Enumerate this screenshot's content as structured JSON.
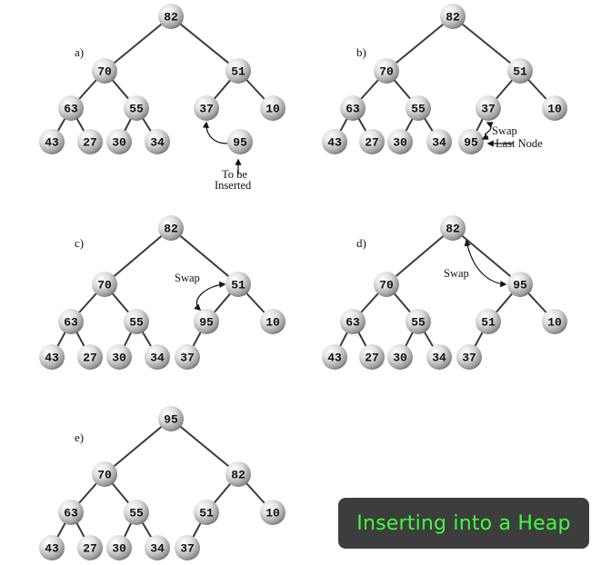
{
  "title": "Inserting into a Heap",
  "colors": {
    "title_bg": "#3d3d3d",
    "title_text": "#3dff3d",
    "edge": "#3a3a3a"
  },
  "panels": [
    {
      "id": "a",
      "label": "a)",
      "nodes": [
        "82",
        "70",
        "51",
        "63",
        "55",
        "37",
        "10",
        "43",
        "27",
        "30",
        "34",
        "95"
      ],
      "annotations": [
        "To be",
        "Inserted"
      ]
    },
    {
      "id": "b",
      "label": "b)",
      "nodes": [
        "82",
        "70",
        "51",
        "63",
        "55",
        "37",
        "10",
        "43",
        "27",
        "30",
        "34",
        "95"
      ],
      "annotations": [
        "Swap",
        "Last Node"
      ]
    },
    {
      "id": "c",
      "label": "c)",
      "nodes": [
        "82",
        "70",
        "51",
        "63",
        "55",
        "95",
        "10",
        "43",
        "27",
        "30",
        "34",
        "37"
      ],
      "annotations": [
        "Swap"
      ]
    },
    {
      "id": "d",
      "label": "d)",
      "nodes": [
        "82",
        "70",
        "95",
        "63",
        "55",
        "51",
        "10",
        "43",
        "27",
        "30",
        "34",
        "37"
      ],
      "annotations": [
        "Swap"
      ]
    },
    {
      "id": "e",
      "label": "e)",
      "nodes": [
        "95",
        "70",
        "82",
        "63",
        "55",
        "51",
        "10",
        "43",
        "27",
        "30",
        "34",
        "37"
      ],
      "annotations": []
    }
  ]
}
